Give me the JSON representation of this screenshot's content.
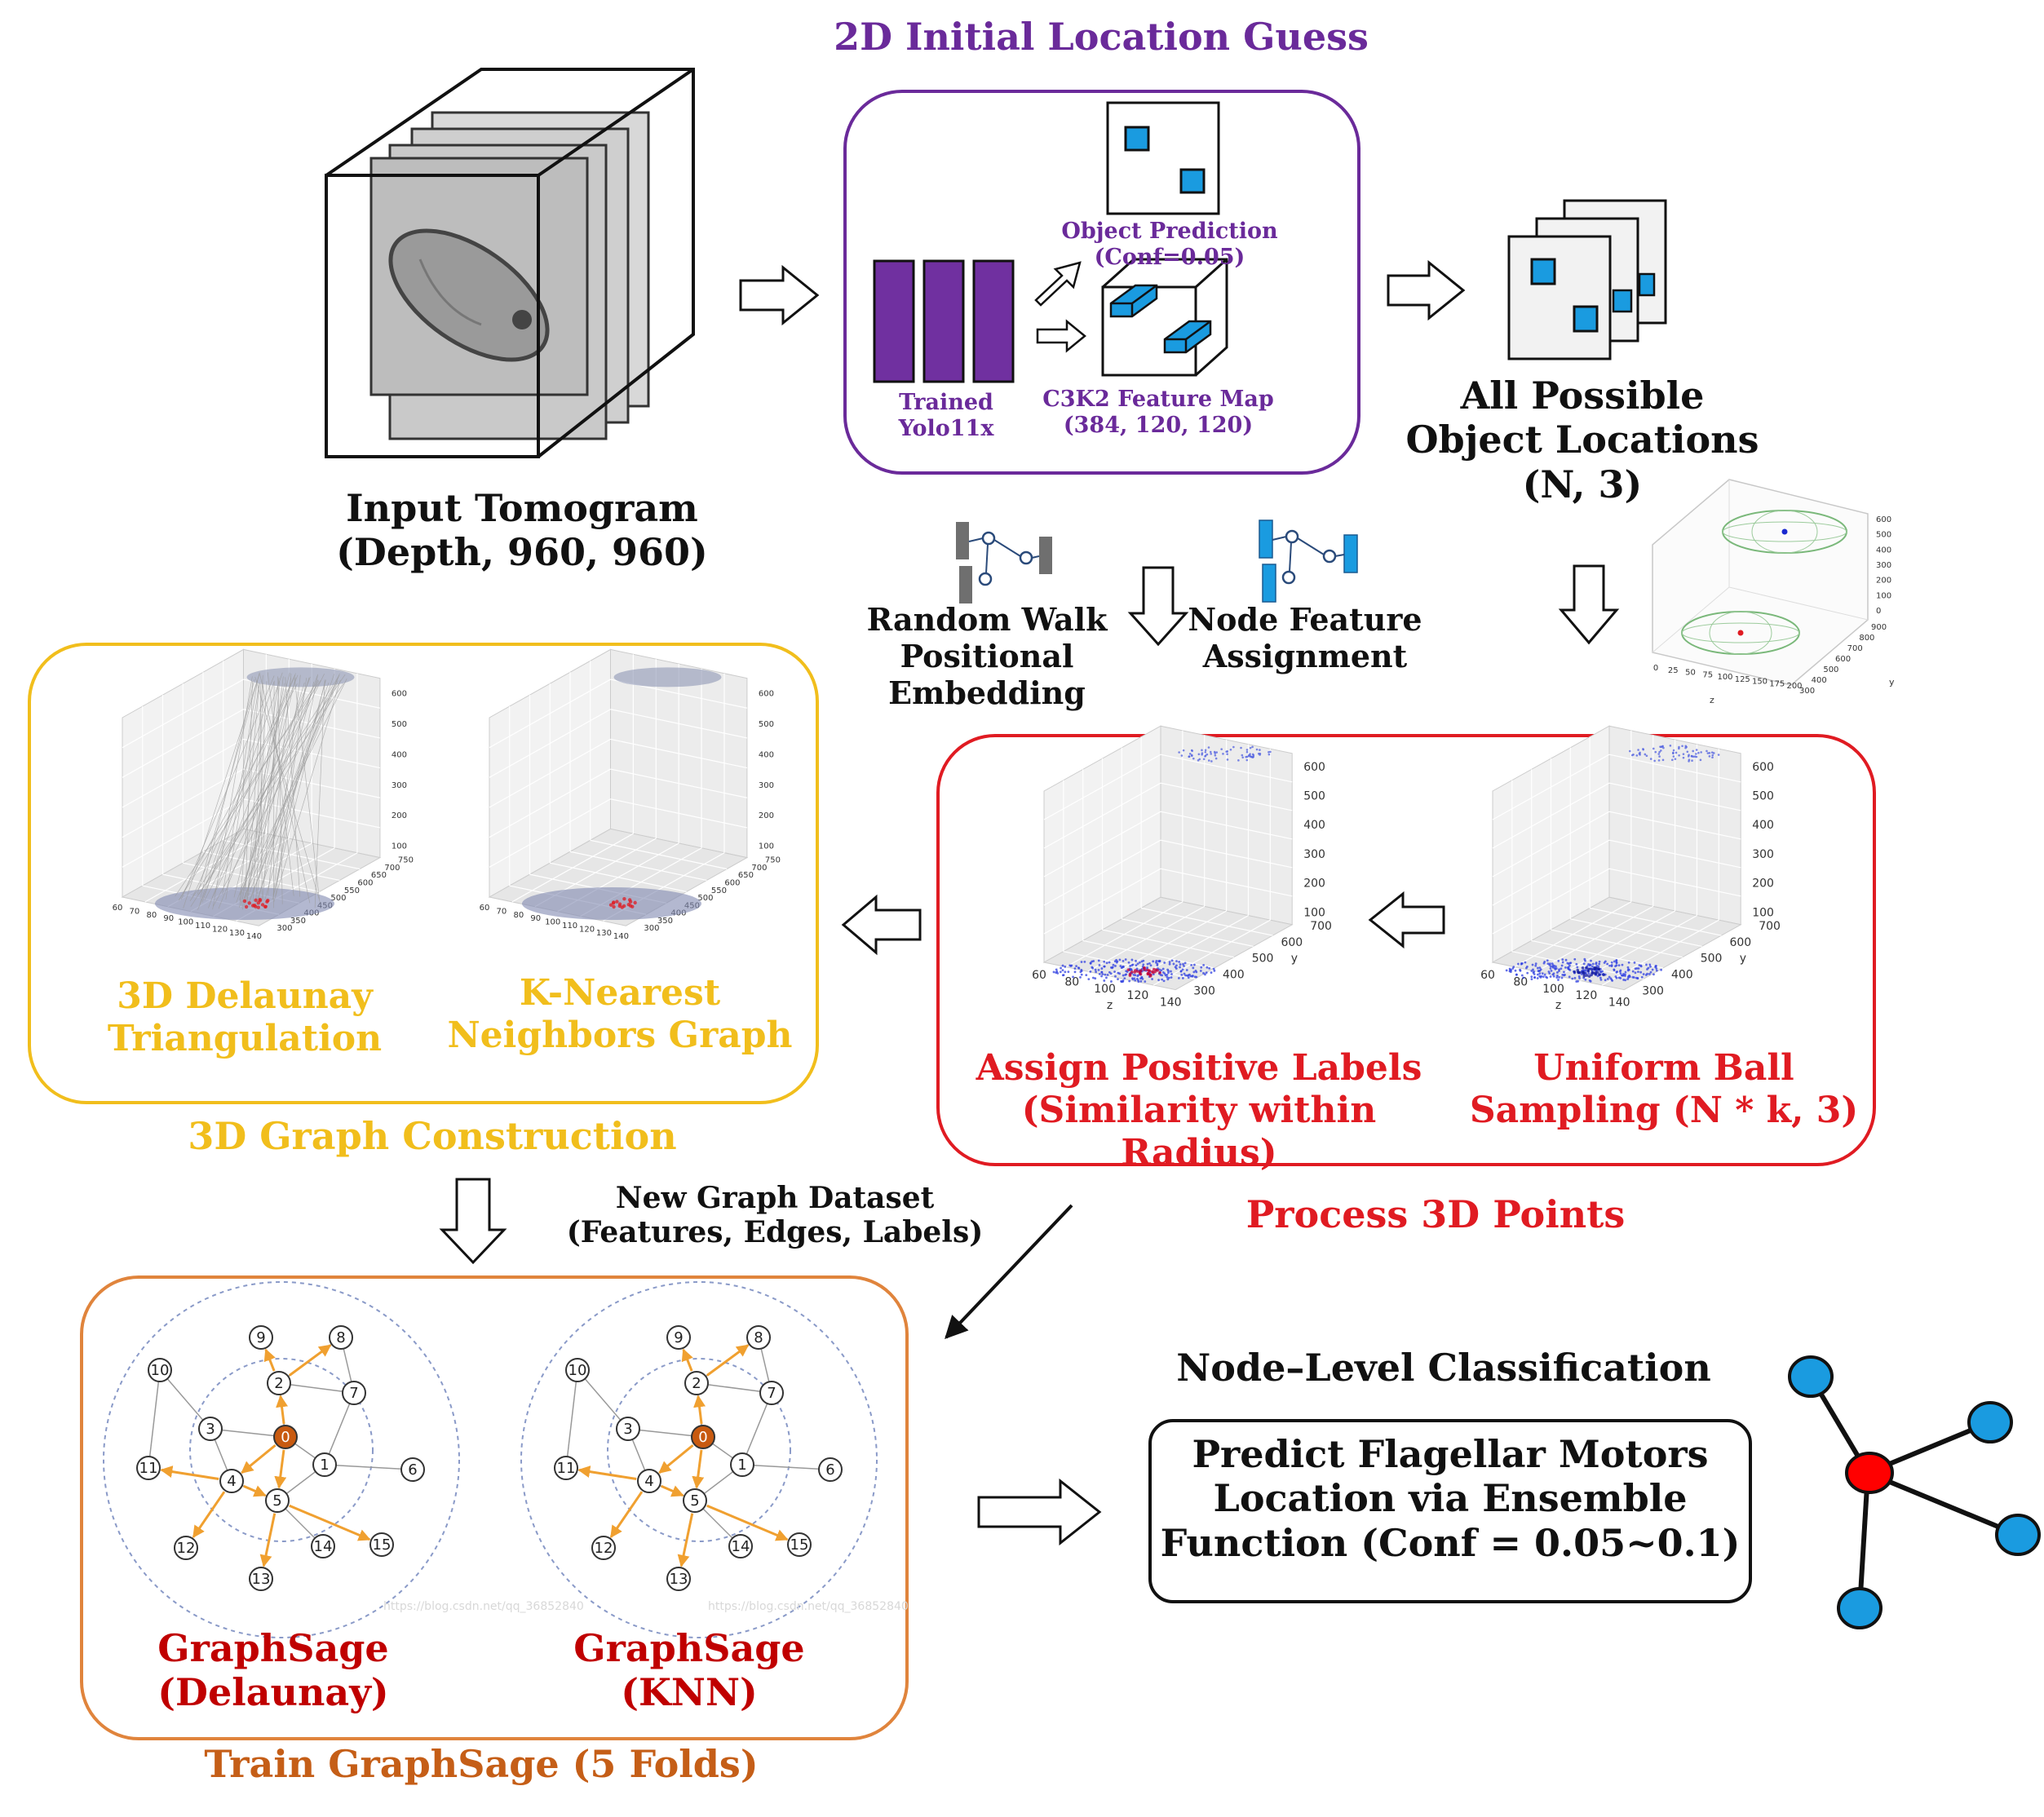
{
  "colors": {
    "purple": "#6a2a9a",
    "yellow": "#f1be1c",
    "red": "#e01b22",
    "dark_red": "#c00000",
    "orange": "#e0843c",
    "orange_text": "#c55e17",
    "blue": "#1a9be0",
    "edge_orange": "#f0a030"
  },
  "top": {
    "title": "2D Initial Location Guess",
    "object_prediction": "Object Prediction (Conf=0.05)",
    "trained_model": "Trained\nYolo11x",
    "feature_map": "C3K2 Feature Map\n(384, 120, 120)"
  },
  "input": {
    "label": "Input Tomogram\n(Depth, 960, 960)"
  },
  "locations": {
    "label": "All Possible\nObject Locations\n(N, 3)"
  },
  "embedding": {
    "random_walk": "Random Walk\nPositional Embedding",
    "node_feature": "Node Feature\nAssignment"
  },
  "graph_construction": {
    "title": "3D Graph Construction",
    "delaunay": "3D Delaunay\nTriangulation",
    "knn": "K-Nearest\nNeighbors Graph",
    "x_ticks": [
      "60",
      "70",
      "80",
      "90",
      "100",
      "110",
      "120",
      "130",
      "140"
    ],
    "y_ticks": [
      "300",
      "350",
      "400",
      "450",
      "500",
      "550",
      "600",
      "650",
      "700",
      "750"
    ],
    "z_ticks": [
      "100",
      "200",
      "300",
      "400",
      "500",
      "600"
    ]
  },
  "process_points": {
    "title": "Process 3D Points",
    "assign": "Assign Positive Labels\n(Similarity within Radius)",
    "sampling": "Uniform Ball\nSampling (N * k, 3)",
    "x_ticks": [
      "60",
      "80",
      "100",
      "120",
      "140"
    ],
    "y_ticks": [
      "300",
      "400",
      "500",
      "600",
      "700"
    ],
    "z_ticks": [
      "100",
      "200",
      "300",
      "400",
      "500",
      "600"
    ],
    "xlabel": "z",
    "ylabel": "y"
  },
  "ellipsoid_plot": {
    "x_ticks": [
      "0",
      "25",
      "50",
      "75",
      "100",
      "125",
      "150",
      "175",
      "200"
    ],
    "y_ticks": [
      "300",
      "400",
      "500",
      "600",
      "700",
      "800",
      "900"
    ],
    "z_ticks": [
      "0",
      "100",
      "200",
      "300",
      "400",
      "500",
      "600"
    ],
    "xlabel": "z",
    "ylabel": "y"
  },
  "dataset": {
    "label": "New Graph Dataset\n(Features, Edges, Labels)"
  },
  "train": {
    "title": "Train GraphSage (5 Folds)",
    "left": "GraphSage\n(Delaunay)",
    "right": "GraphSage\n(KNN)",
    "watermark": "https://blog.csdn.net/qq_36852840"
  },
  "classification": {
    "title": "Node–Level Classification",
    "box": "Predict Flagellar Motors\nLocation via Ensemble\nFunction (Conf = 0.05~0.1)"
  }
}
